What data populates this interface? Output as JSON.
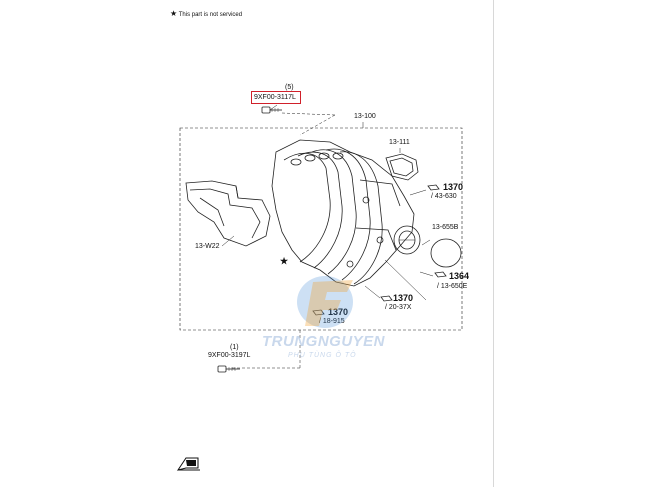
{
  "note": {
    "star": "★",
    "text": "This part is not serviced"
  },
  "labels": {
    "bolt_top_qty": "(5)",
    "bolt_top_part": "9XF00-3117L",
    "manifold": "13-100",
    "gasket_top": "13-111",
    "part_1370": "1370",
    "ref_43_630": "/ 43-630",
    "cover_13655b": "13-655B",
    "part_1364": "1364",
    "ref_13_650e": "/ 13-650E",
    "ref_20_37x": "/ 20-37X",
    "ref_18_915": "/ 18-915",
    "heat_shield": "13-W22",
    "star_mark": "★",
    "bolt_bot_qty": "(1)",
    "bolt_bot_part": "9XF00-3197L"
  },
  "watermark": {
    "brand": "TRUNGNGUYEN",
    "sub": "PHỤ TÙNG Ô TÔ"
  },
  "colors": {
    "highlight": "#d0202a",
    "watermark": "#c9d8ec",
    "watermark_blue": "#4a90d9",
    "watermark_orange": "#f0a030"
  }
}
